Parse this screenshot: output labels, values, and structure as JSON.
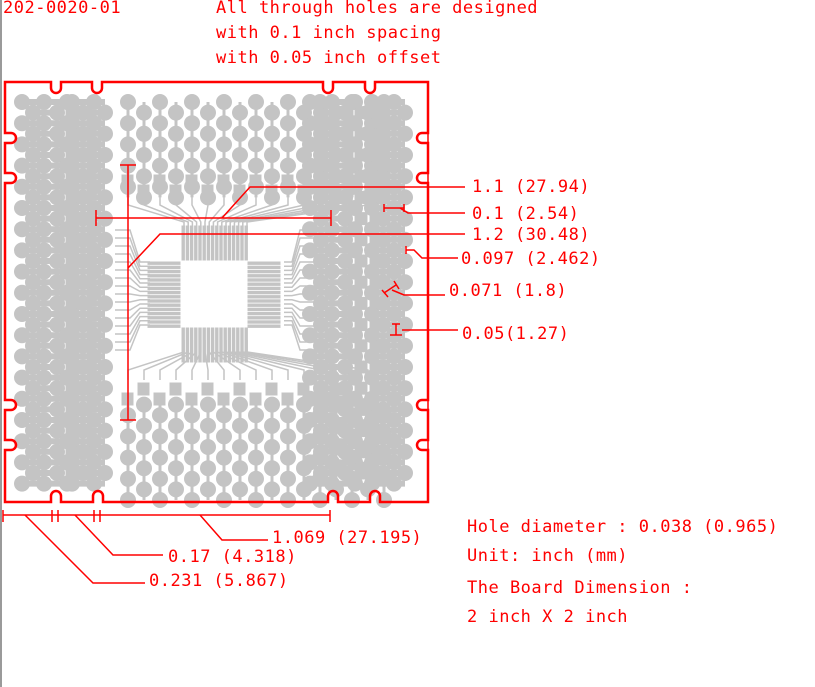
{
  "header": {
    "part_number": "202-0020-01",
    "note_lines": [
      "All through holes are designed",
      "with 0.1 inch spacing",
      "with 0.05 inch offset"
    ]
  },
  "dimensions": {
    "right": [
      {
        "label": "1.1 (27.94)",
        "inch": 1.1,
        "mm": 27.94
      },
      {
        "label": "0.1 (2.54)",
        "inch": 0.1,
        "mm": 2.54
      },
      {
        "label": "1.2 (30.48)",
        "inch": 1.2,
        "mm": 30.48
      },
      {
        "label": "0.097 (2.462)",
        "inch": 0.097,
        "mm": 2.462
      },
      {
        "label": "0.071 (1.8)",
        "inch": 0.071,
        "mm": 1.8
      },
      {
        "label": "0.05(1.27)",
        "inch": 0.05,
        "mm": 1.27
      }
    ],
    "bottom": [
      {
        "label": "1.069 (27.195)",
        "inch": 1.069,
        "mm": 27.195
      },
      {
        "label": "0.17 (4.318)",
        "inch": 0.17,
        "mm": 4.318
      },
      {
        "label": "0.231 (5.867)",
        "inch": 0.231,
        "mm": 5.867
      }
    ]
  },
  "notes": {
    "hole_diameter": "Hole diameter : 0.038 (0.965)",
    "unit": "Unit: inch (mm)",
    "board_dimension_label": "The Board Dimension :",
    "board_dimension_value": "2 inch X 2 inch"
  },
  "colors": {
    "annotation": "#ff0000",
    "copper": "#c4c4c4",
    "background": "#ffffff"
  }
}
